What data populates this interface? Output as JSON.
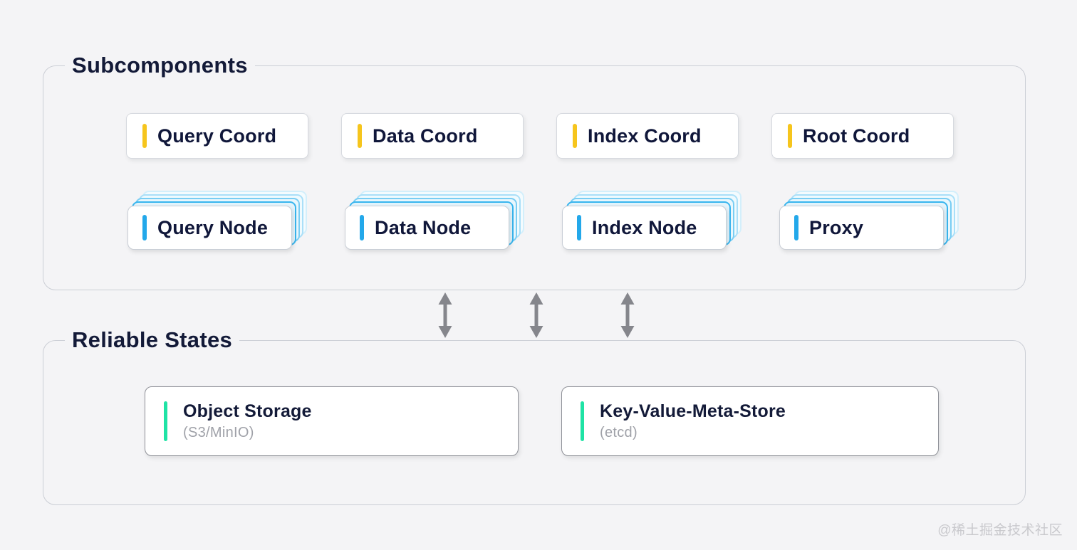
{
  "page": {
    "background": "#f4f4f6",
    "watermark": "@稀土掘金技术社区"
  },
  "colors": {
    "page_bg": "#f4f4f6",
    "accent_yellow": "#f6c51d",
    "accent_blue": "#23a8ea",
    "accent_green": "#1fe3a5",
    "arrow_gray": "#85868c",
    "ink": "#10173a"
  },
  "subcomponents": {
    "title": "Subcomponents",
    "coord_cards": [
      {
        "label": "Query Coord"
      },
      {
        "label": "Data Coord"
      },
      {
        "label": "Index Coord"
      },
      {
        "label": "Root Coord"
      }
    ],
    "node_cards": [
      {
        "label": "Query Node"
      },
      {
        "label": "Data Node"
      },
      {
        "label": "Index Node"
      },
      {
        "label": "Proxy"
      }
    ]
  },
  "reliable_states": {
    "title": "Reliable States",
    "cards": [
      {
        "title": "Object Storage",
        "subtitle": "(S3/MinIO)"
      },
      {
        "title": "Key-Value-Meta-Store",
        "subtitle": "(etcd)"
      }
    ]
  }
}
